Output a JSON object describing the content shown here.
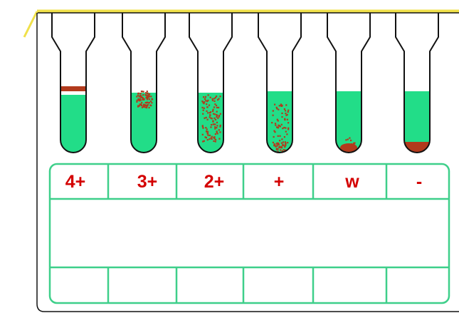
{
  "colors": {
    "gel": "#22dd88",
    "cells": "#b23a1c",
    "outline": "#111111",
    "frame_yellow": "#f0e04a",
    "card_line": "#3ecf8a",
    "label": "#d40000"
  },
  "grades": [
    {
      "label": "4+"
    },
    {
      "label": "3+"
    },
    {
      "label": "2+"
    },
    {
      "label": "+"
    },
    {
      "label": "w"
    },
    {
      "label": "-"
    }
  ]
}
